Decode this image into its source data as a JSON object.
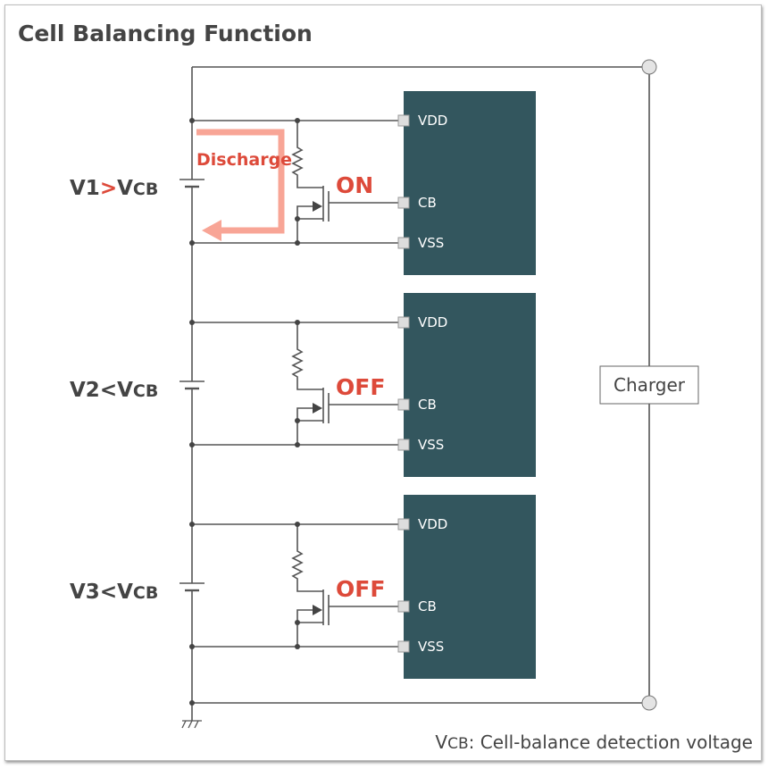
{
  "title": "Cell Balancing Function",
  "charger": "Charger",
  "discharge": "Discharge",
  "footnote": {
    "sym_v": "V",
    "sym_sub": "CB",
    "text": ": Cell-balance detection voltage"
  },
  "pins": {
    "vdd": "VDD",
    "cb": "CB",
    "vss": "VSS"
  },
  "cells": [
    {
      "name": "V1",
      "op": ">",
      "ref": "V",
      "sub": "CB",
      "state": "ON"
    },
    {
      "name": "V2",
      "op": "<",
      "ref": "V",
      "sub": "CB",
      "state": "OFF"
    },
    {
      "name": "V3",
      "op": "<",
      "ref": "V",
      "sub": "CB",
      "state": "OFF"
    }
  ],
  "colors": {
    "ic": "#33565e",
    "accent": "#dd4a3a",
    "arrow": "#f8a596"
  }
}
